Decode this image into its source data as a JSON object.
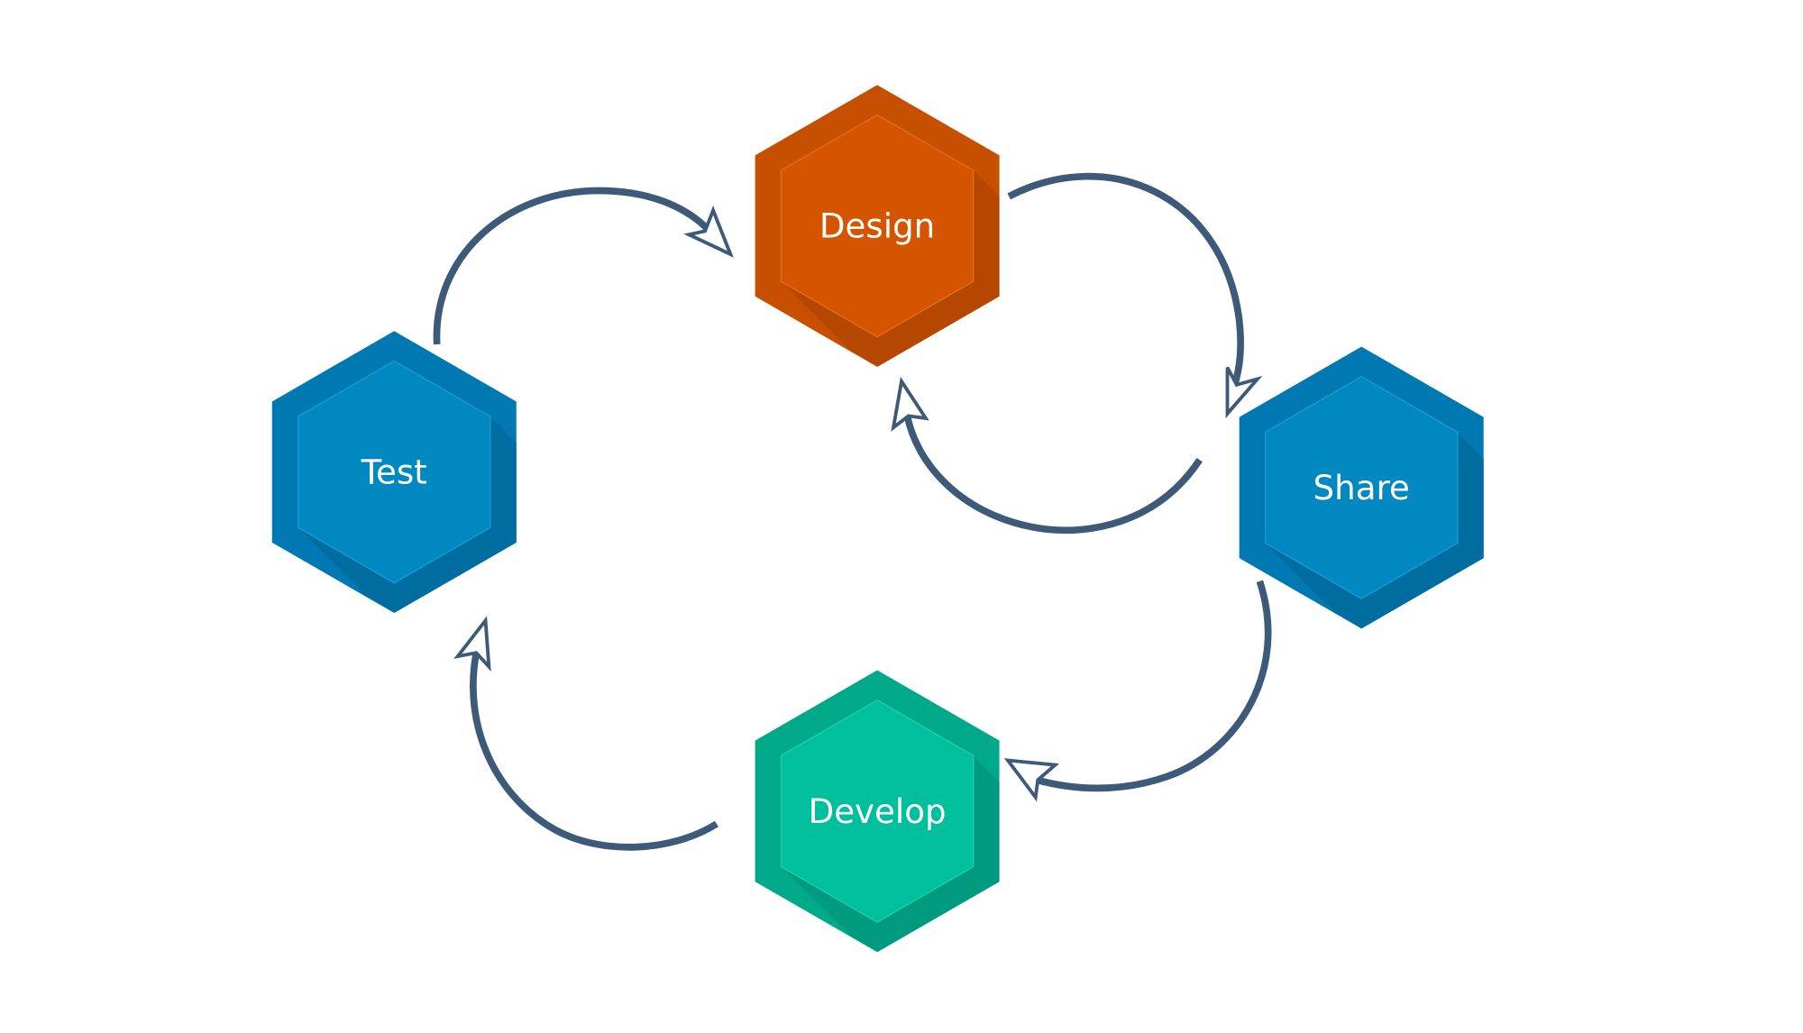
{
  "title": "Design cycle",
  "nodes": [
    {
      "id": "design",
      "label": "Design",
      "colors": {
        "outer": "#c75000",
        "inner": "#d55400",
        "shadow": "#b54700",
        "edge": "#e06a1a"
      }
    },
    {
      "id": "share",
      "label": "Share",
      "colors": {
        "outer": "#0079b3",
        "inner": "#0088c0",
        "shadow": "#006da1",
        "edge": "#1a97cc"
      }
    },
    {
      "id": "develop",
      "label": "Develop",
      "colors": {
        "outer": "#00a98a",
        "inner": "#00bf9c",
        "shadow": "#009b7e",
        "edge": "#1acca9"
      }
    },
    {
      "id": "test",
      "label": "Test",
      "colors": {
        "outer": "#0079b3",
        "inner": "#0088c0",
        "shadow": "#006da1",
        "edge": "#1a97cc"
      }
    }
  ],
  "edges": [
    {
      "from": "test",
      "to": "design"
    },
    {
      "from": "design",
      "to": "share"
    },
    {
      "from": "share",
      "to": "design"
    },
    {
      "from": "share",
      "to": "develop"
    },
    {
      "from": "develop",
      "to": "test"
    }
  ],
  "arrow_color": "#3d5a78"
}
